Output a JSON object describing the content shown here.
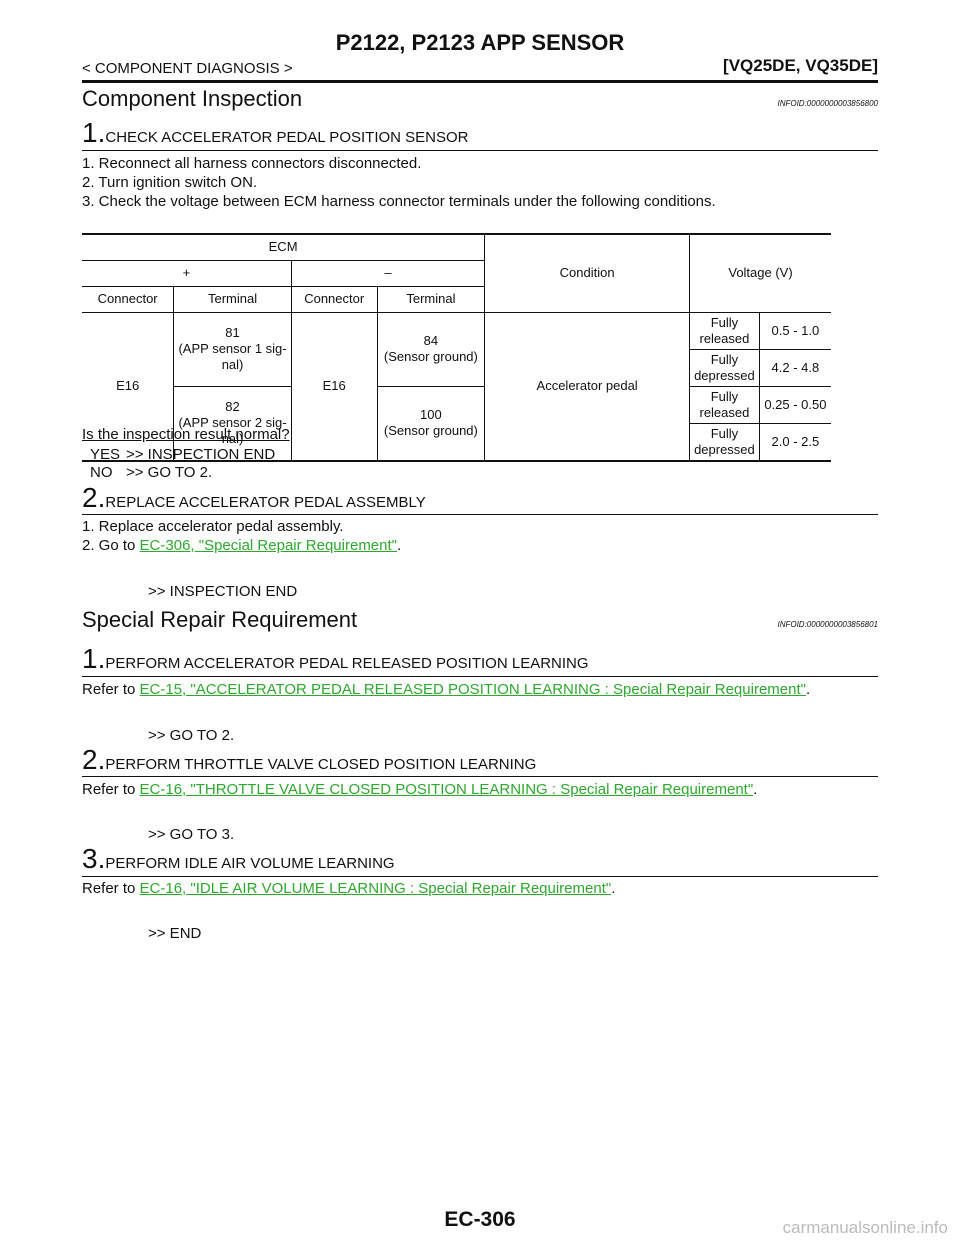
{
  "header": {
    "title": "P2122, P2123 APP SENSOR",
    "breadcrumb": "< COMPONENT DIAGNOSIS >",
    "model": "[VQ25DE, VQ35DE]"
  },
  "inspection": {
    "title": "Component Inspection",
    "infoid": "INFOID:0000000003856800",
    "step1": {
      "num": "1.",
      "title": "CHECK ACCELERATOR PEDAL POSITION SENSOR",
      "items": [
        "1. Reconnect all harness connectors disconnected.",
        "2. Turn ignition switch ON.",
        "3. Check the voltage between ECM harness connector terminals under the following conditions."
      ]
    },
    "table": {
      "h_ecm": "ECM",
      "h_plus": "+",
      "h_minus": "–",
      "h_condition": "Condition",
      "h_voltage": "Voltage (V)",
      "h_connector1": "Connector",
      "h_terminal1": "Terminal",
      "h_connector2": "Connector",
      "h_terminal2": "Terminal",
      "conn_plus": "E16",
      "conn_minus": "E16",
      "term81": [
        "81",
        "(APP sensor 1 sig-",
        "nal)"
      ],
      "term82": [
        "82",
        "(APP sensor 2 sig-",
        "nal)"
      ],
      "term84": [
        "84",
        "(Sensor ground)"
      ],
      "term100": [
        "100",
        "(Sensor ground)"
      ],
      "condition": "Accelerator pedal",
      "rows": [
        {
          "state": "Fully released",
          "voltage": "0.5 - 1.0"
        },
        {
          "state": "Fully depressed",
          "voltage": "4.2 - 4.8"
        },
        {
          "state": "Fully released",
          "voltage": "0.25 - 0.50"
        },
        {
          "state": "Fully depressed",
          "voltage": "2.0 - 2.5"
        }
      ]
    },
    "question": "Is the inspection result normal?",
    "yes": {
      "label": "YES",
      "text": ">> INSPECTION END"
    },
    "no": {
      "label": "NO",
      "text": ">> GO TO 2."
    },
    "step2": {
      "num": "2.",
      "title": "REPLACE ACCELERATOR PEDAL ASSEMBLY",
      "item1": "1. Replace accelerator pedal assembly.",
      "item2_prefix": "2. Go to ",
      "item2_link": "EC-306, \"Special Repair Requirement\"",
      "item2_suffix": ".",
      "end": ">> INSPECTION END"
    }
  },
  "repair": {
    "title": "Special Repair Requirement",
    "infoid": "INFOID:0000000003856801",
    "steps": [
      {
        "num": "1.",
        "title": "PERFORM ACCELERATOR PEDAL RELEASED POSITION LEARNING",
        "prefix": "Refer to ",
        "link": "EC-15, \"ACCELERATOR PEDAL RELEASED POSITION LEARNING : Special Repair Requirement\"",
        "suffix": ".",
        "end": ">> GO TO 2."
      },
      {
        "num": "2.",
        "title": "PERFORM THROTTLE VALVE CLOSED POSITION LEARNING",
        "prefix": "Refer to ",
        "link": "EC-16, \"THROTTLE VALVE CLOSED POSITION LEARNING : Special Repair Requirement\"",
        "suffix": ".",
        "end": ">> GO TO 3."
      },
      {
        "num": "3.",
        "title": "PERFORM IDLE AIR VOLUME LEARNING",
        "prefix": "Refer to ",
        "link": "EC-16, \"IDLE AIR VOLUME LEARNING : Special Repair Requirement\"",
        "suffix": ".",
        "end": ">> END"
      }
    ]
  },
  "footer": {
    "page": "EC-306",
    "watermark": "carmanualsonline.info"
  }
}
